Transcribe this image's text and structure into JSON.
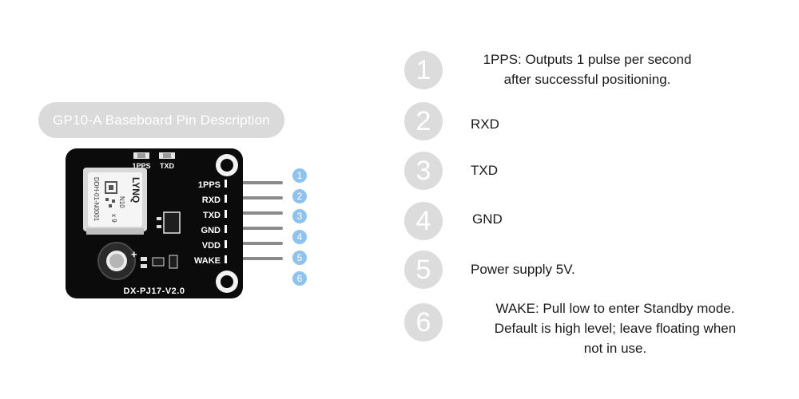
{
  "title": "GP10-A Baseboard Pin Description",
  "board": {
    "module_brand": "LYNQ",
    "module_line1": "N10",
    "module_line2": "x 9",
    "module_part": "DDH-01-N0001",
    "top_labels": [
      "1PPS",
      "TXD"
    ],
    "pin_labels": [
      "1PPS",
      "RXD",
      "TXD",
      "GND",
      "VDD",
      "WAKE"
    ],
    "plus_sign": "+",
    "version": "DX-PJ17-V2.0",
    "colors": {
      "pcb": "#0b0b0b",
      "callout": "#8fc3ee",
      "pin": "#8a8a8a"
    }
  },
  "callouts": [
    "1",
    "2",
    "3",
    "4",
    "5",
    "6"
  ],
  "pins": [
    {
      "number": "1",
      "lines": [
        "1PPS: Outputs 1 pulse per second",
        "after successful positioning."
      ]
    },
    {
      "number": "2",
      "lines": [
        "RXD"
      ]
    },
    {
      "number": "3",
      "lines": [
        "TXD"
      ]
    },
    {
      "number": "4",
      "lines": [
        "GND"
      ]
    },
    {
      "number": "5",
      "lines": [
        "Power supply 5V."
      ]
    },
    {
      "number": "6",
      "lines": [
        "WAKE: Pull low to enter Standby mode.",
        "Default is high level; leave floating when",
        "not in use."
      ]
    }
  ]
}
